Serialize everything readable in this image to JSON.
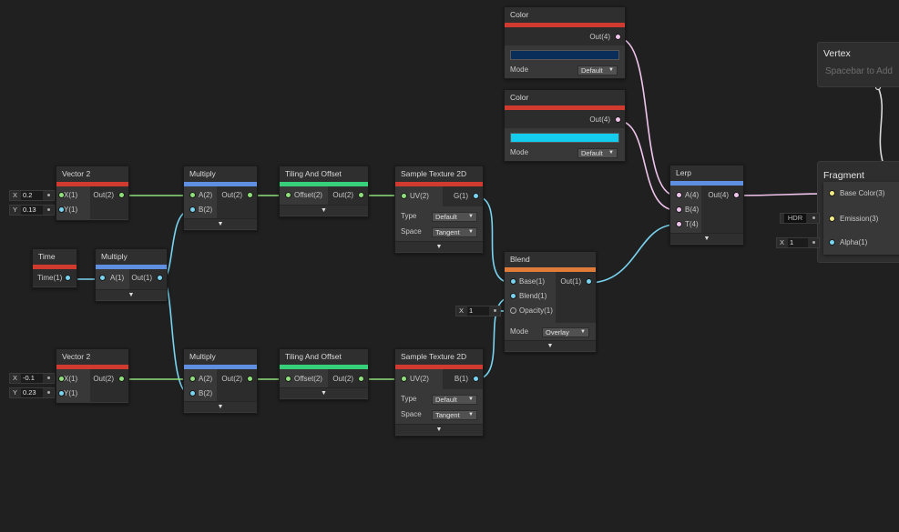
{
  "colors": {
    "header_red": "#d13a2f",
    "header_blue": "#5f8fe0",
    "header_green": "#37d07a",
    "header_orange": "#e07b39",
    "wire_green": "#8fe07a",
    "wire_cyan": "#78d4f0",
    "wire_pink": "#f0c4ec",
    "wire_yellow": "#f2ec84",
    "color1_swatch": "#0a2e5a",
    "color2_swatch": "#14ccee"
  },
  "nodes": {
    "vector2_top": {
      "title": "Vector 2",
      "in1": "X(1)",
      "in2": "Y(1)",
      "out": "Out(2)",
      "x_axis": "X",
      "x_val": "0.2",
      "y_axis": "Y",
      "y_val": "0.13"
    },
    "vector2_bottom": {
      "title": "Vector 2",
      "in1": "X(1)",
      "in2": "Y(1)",
      "out": "Out(2)",
      "x_axis": "X",
      "x_val": "-0.1",
      "y_axis": "Y",
      "y_val": "0.23"
    },
    "time": {
      "title": "Time",
      "out": "Time(1)"
    },
    "multiply_time": {
      "title": "Multiply",
      "in1": "A(1)",
      "out": "Out(1)"
    },
    "multiply_top": {
      "title": "Multiply",
      "in1": "A(2)",
      "in2": "B(2)",
      "out": "Out(2)"
    },
    "multiply_bottom": {
      "title": "Multiply",
      "in1": "A(2)",
      "in2": "B(2)",
      "out": "Out(2)"
    },
    "tiling_top": {
      "title": "Tiling And Offset",
      "in1": "Offset(2)",
      "out": "Out(2)"
    },
    "tiling_bottom": {
      "title": "Tiling And Offset",
      "in1": "Offset(2)",
      "out": "Out(2)"
    },
    "sample_top": {
      "title": "Sample Texture 2D",
      "in1": "UV(2)",
      "out": "G(1)",
      "type_label": "Type",
      "type_value": "Default",
      "space_label": "Space",
      "space_value": "Tangent"
    },
    "sample_bottom": {
      "title": "Sample Texture 2D",
      "in1": "UV(2)",
      "out": "B(1)",
      "type_label": "Type",
      "type_value": "Default",
      "space_label": "Space",
      "space_value": "Tangent"
    },
    "color1": {
      "title": "Color",
      "out": "Out(4)",
      "mode_label": "Mode",
      "mode_value": "Default"
    },
    "color2": {
      "title": "Color",
      "out": "Out(4)",
      "mode_label": "Mode",
      "mode_value": "Default"
    },
    "blend": {
      "title": "Blend",
      "in1": "Base(1)",
      "in2": "Blend(1)",
      "in3": "Opacity(1)",
      "out": "Out(1)",
      "mode_label": "Mode",
      "mode_value": "Overlay",
      "opacity_axis": "X",
      "opacity_val": "1"
    },
    "lerp": {
      "title": "Lerp",
      "in1": "A(4)",
      "in2": "B(4)",
      "in3": "T(4)",
      "out": "Out(4)"
    }
  },
  "vertex": {
    "title": "Vertex",
    "hint": "Spacebar to Add"
  },
  "fragment": {
    "title": "Fragment",
    "base_color": "Base Color(3)",
    "emission": "Emission(3)",
    "emission_hdr": "HDR",
    "alpha": "Alpha(1)",
    "alpha_axis": "X",
    "alpha_val": "1"
  }
}
